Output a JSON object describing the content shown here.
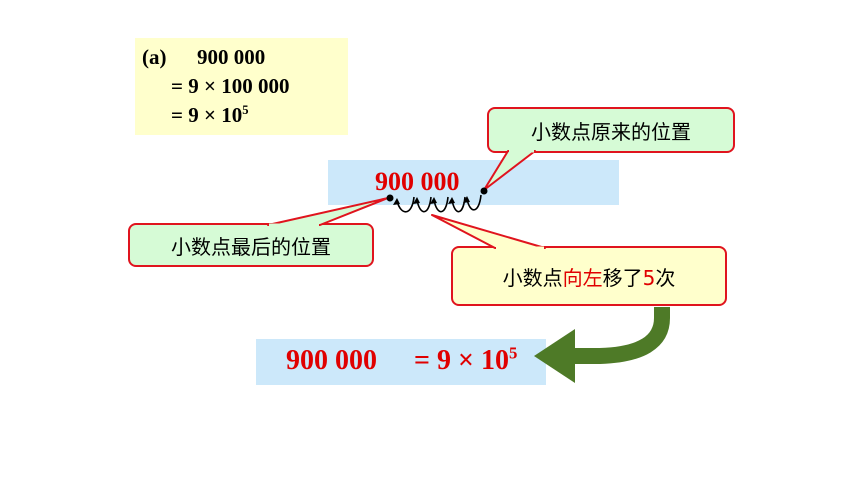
{
  "work": {
    "label": "(a)",
    "line1": "900 000",
    "line2_prefix": "= 9 ",
    "times": "×",
    "line2_number": " 100 000",
    "line3_prefix": "= 9 ",
    "line3_base": " 10",
    "line3_exp": "5"
  },
  "number": "900 000",
  "bubbles": {
    "original_position": "小数点原来的位置",
    "final_position": "小数点最后的位置",
    "move_part1": "小数点",
    "move_direction": "向左",
    "move_part2": "移了",
    "move_count": "5",
    "move_part3": "次"
  },
  "result": {
    "number": "900 000",
    "eq_prefix": "= 9 ",
    "times": "×",
    "base": " 10",
    "exp": "5"
  },
  "colors": {
    "red": "#e00000",
    "yellow_box": "#ffffcc",
    "blue_box": "#cce8fa",
    "green_bubble": "#d6fbd6",
    "arrow_green": "#4e7a27"
  }
}
